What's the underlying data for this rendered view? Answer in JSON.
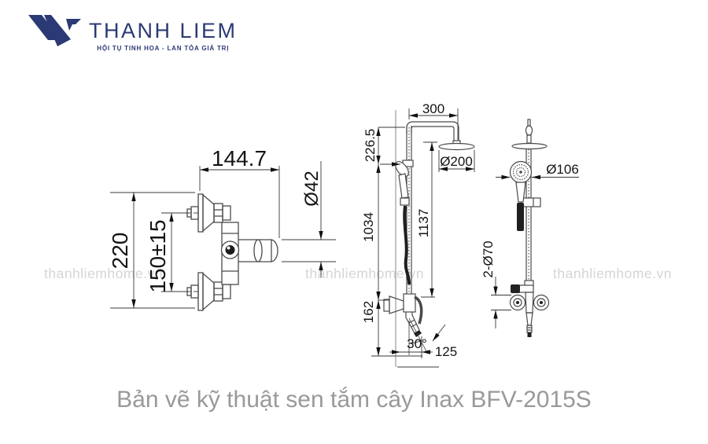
{
  "logo": {
    "name": "THANH LIEM",
    "tagline": "HỘI TỤ TINH HOA - LAN TỎA GIÁ TRỊ",
    "brand_color": "#2b3a74"
  },
  "watermark": {
    "text": "thanhliemhome.vn"
  },
  "caption": {
    "text": "Bản vẽ kỹ thuật sen tắm cây Inax BFV-2015S"
  },
  "drawing": {
    "top_view": {
      "width": "144.7",
      "height": "220",
      "inlet_spacing": "150±15",
      "spout_diameter": "Ø42"
    },
    "side_view": {
      "arm_length": "300",
      "top_offset": "226.5",
      "head_diameter": "Ø200",
      "column_height": "1034",
      "overall_height": "1137",
      "spout_offset": "162",
      "spout_angle": "30°",
      "spout_reach": "125"
    },
    "front_view": {
      "hand_shower_diameter": "Ø106",
      "flanges": "2-Ø70"
    }
  }
}
